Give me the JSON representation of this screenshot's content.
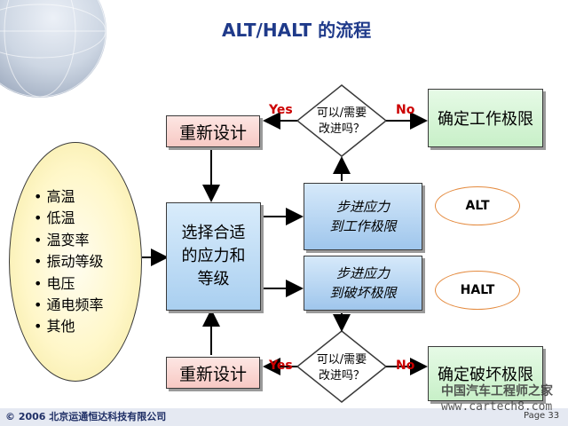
{
  "title": "ALT/HALT 的流程",
  "redesign_label": "重新设计",
  "decision_text": [
    "可以/需要",
    "改进吗？"
  ],
  "yes_label": "Yes",
  "no_label": "No",
  "result_top": "确定工作极限",
  "result_bottom": "确定破坏极限",
  "select_box": [
    "选择合适",
    "的应力和",
    "等级"
  ],
  "step_top": [
    "步进应力",
    "到工作极限"
  ],
  "step_bottom": [
    "步进应力",
    "到破坏极限"
  ],
  "oval_alt": "ALT",
  "oval_halt": "HALT",
  "conditions": [
    "高温",
    "低温",
    "温变率",
    "振动等级",
    "电压",
    "通电频率",
    "其他"
  ],
  "footer": "© 2006 北京运通恒达科技有限公司",
  "page_label": "Page 33",
  "watermark_line1": "中国汽车工程师之家",
  "watermark_line2": "www.cartech8.com",
  "colors": {
    "title": "#1f3a8a",
    "redesign_fill": "#f7c9c4",
    "result_fill": "#c8f0c8",
    "step_fill": "#9fc6ec",
    "oval_border": "#e48a3e",
    "yesno": "#cc0000"
  }
}
